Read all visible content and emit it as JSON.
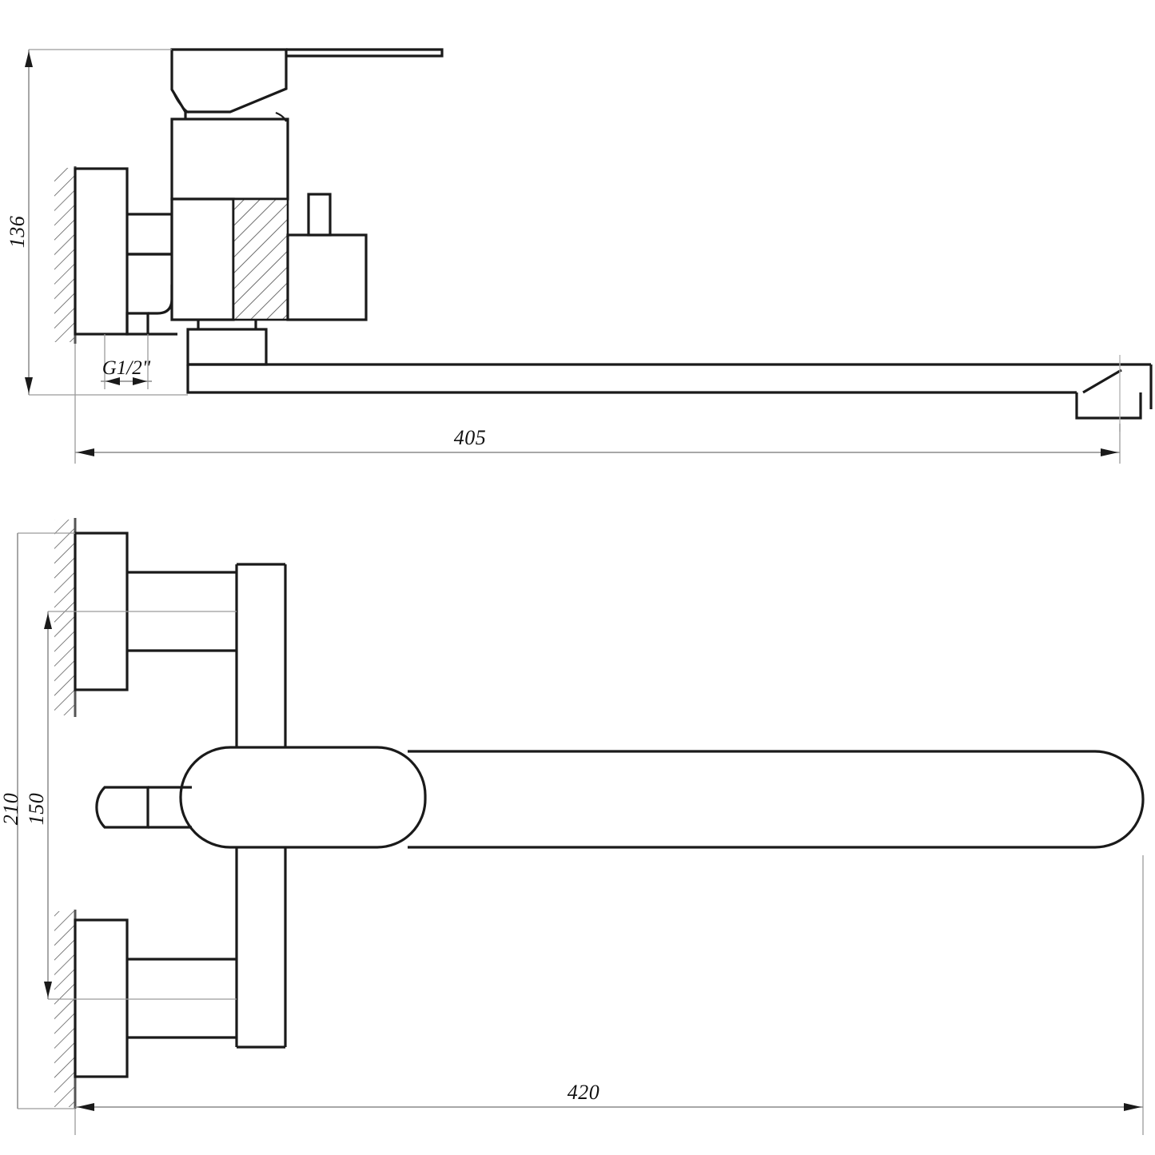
{
  "drawing": {
    "type": "technical-drawing",
    "subject": "wall-mounted single-lever bath mixer tap with long swivel spout",
    "views": [
      {
        "id": "elevation",
        "name": "side elevation view (sectioned)"
      },
      {
        "id": "plan",
        "name": "top plan view"
      }
    ],
    "units": "mm"
  },
  "dimensions": {
    "height": {
      "value": "136",
      "view": "elevation",
      "orientation": "vertical",
      "description": "overall body height from spout underside to handle top"
    },
    "thread": {
      "value": "G1/2\"",
      "view": "elevation",
      "orientation": "horizontal",
      "description": "inlet connection thread size"
    },
    "reach": {
      "value": "405",
      "view": "elevation",
      "orientation": "horizontal",
      "description": "overall spout projection from wall"
    },
    "centers": {
      "value": "210",
      "view": "plan",
      "orientation": "vertical",
      "description": "overall width across mounting eccentrics"
    },
    "spacing": {
      "value": "150",
      "view": "plan",
      "orientation": "vertical",
      "description": "inlet centre-to-centre spacing"
    },
    "length": {
      "value": "420",
      "view": "plan",
      "orientation": "horizontal",
      "description": "overall length from wall face to spout tip"
    }
  },
  "style": {
    "line_color": "#1a1a1a",
    "dimension_color": "#8a8a8a",
    "background": "#ffffff",
    "hatch_color": "#4a4a4a"
  }
}
